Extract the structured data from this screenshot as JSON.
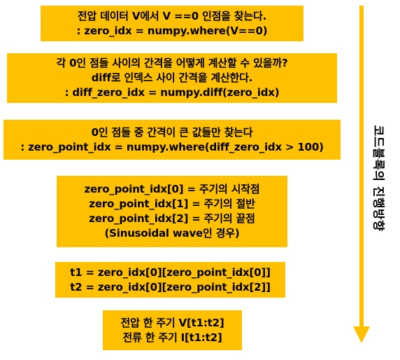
{
  "steps": [
    {
      "lines": [
        "전압 데이터 V에서 V ==0 인점을 찾는다.",
        ": zero_idx = numpy.where(V==0)"
      ]
    },
    {
      "lines": [
        "각 0인 점들 사이의 간격을 어떻게 계산할 수 있을까?",
        "diff로 인덱스 사이 간격을 계산한다.",
        ": diff_zero_idx = numpy.diff(zero_idx)"
      ]
    },
    {
      "lines": [
        "0인 점들 중 간격이 큰 값들만 찾는다",
        ": zero_point_idx = numpy.where(diff_zero_idx > 100)"
      ]
    },
    {
      "lines": [
        "zero_point_idx[0] = 주기의 시작점",
        "zero_point_idx[1] = 주기의 절반",
        "zero_point_idx[2] = 주기의 끝점",
        "(Sinusoidal wave인 경우)"
      ]
    },
    {
      "lines": [
        "t1 = zero_idx[0][zero_point_idx[0]]",
        "t2 = zero_idx[0][zero_point_idx[2]]"
      ]
    },
    {
      "lines": [
        "전압 한 주기 V[t1:t2]",
        "전류 한 주기 I[t1:t2]"
      ]
    }
  ],
  "direction_label": "코드블록의 진행방향",
  "colors": {
    "box_fill": "#FFC000",
    "arrow": "#FFC000",
    "text": "#000000"
  }
}
